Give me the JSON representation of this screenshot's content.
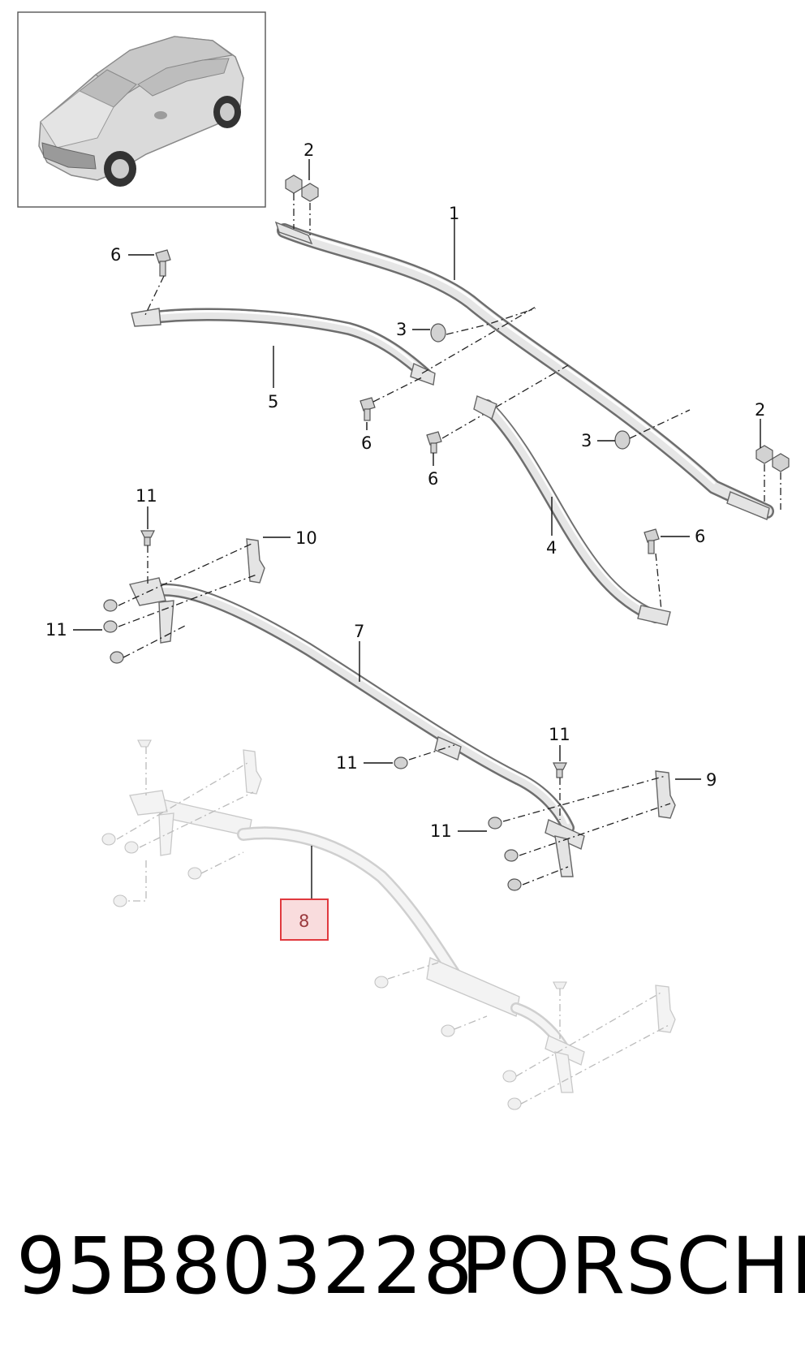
{
  "callouts": {
    "c1": "1",
    "c2a": "2",
    "c2b": "2",
    "c3a": "3",
    "c3b": "3",
    "c4": "4",
    "c5": "5",
    "c6a": "6",
    "c6b": "6",
    "c6c": "6",
    "c6d": "6",
    "c7": "7",
    "c8": "8",
    "c9": "9",
    "c10": "10",
    "c11a": "11",
    "c11b": "11",
    "c11c": "11",
    "c11d": "11",
    "c11e": "11"
  },
  "footer": {
    "part_number": "95B803228",
    "brand": "PORSCHE"
  },
  "colors": {
    "highlight_border": "#e0393e",
    "highlight_fill": "#f9dcdd",
    "highlight_text": "#9a3a3e"
  }
}
